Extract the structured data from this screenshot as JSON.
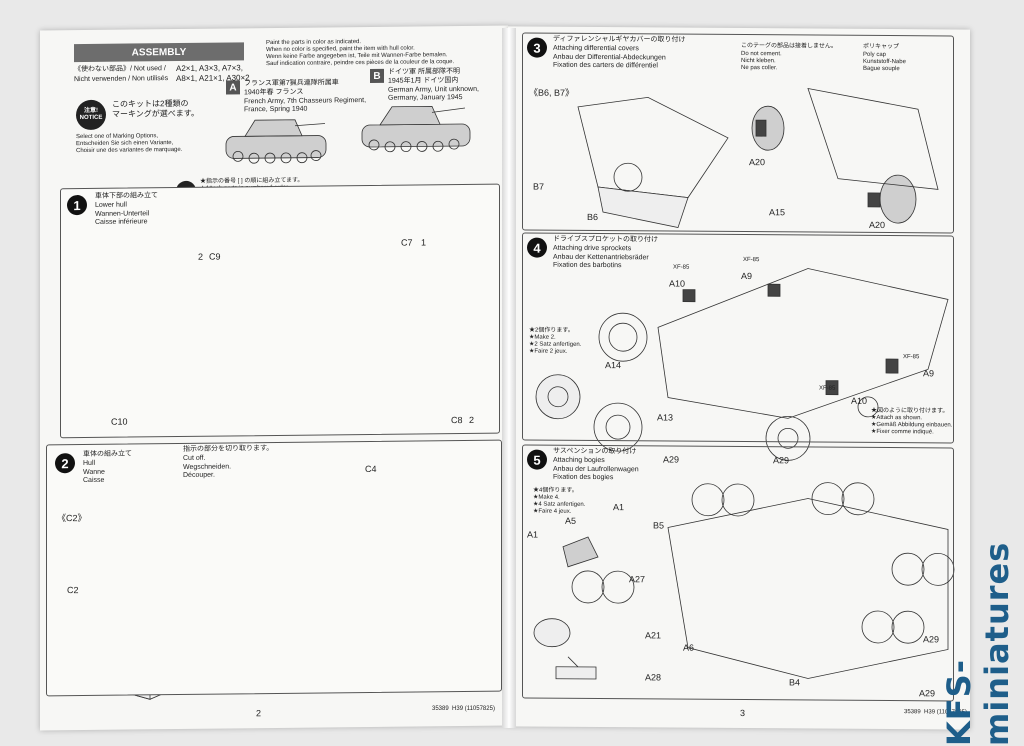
{
  "left_page": {
    "header": {
      "banner": "ASSEMBLY",
      "unused_jp": "《使わない部品》/ Not used /",
      "unused_parts": "A2×1, A3×3, A7×3,",
      "unused_de": "Nicht verwenden / Non utilisés",
      "unused_parts2": "A8×1, A21×1, A30×2",
      "paint_note": "Paint the parts in color as indicated.\nWhen no color is specified, paint the item with hull color.\nWenn keine Farbe angegeben ist, Teile mit Wannen-Farbe bemalen.\nSauf indication contraire, peindre ces pièces de la couleur de la coque."
    },
    "notice": {
      "badge_jp": "注意!",
      "badge": "NOTICE",
      "text_jp": "このキットは2種類の\nマーキングが選べます。",
      "text": "Select one of Marking Options,\nEntscheiden Sie sich einen Variante,\nChoisir une des variantes de marquage."
    },
    "options": {
      "a_flag": "A",
      "a_jp": "フランス軍第7猟兵連隊所属車",
      "a_en": "1940年春 フランス\nFrench Army, 7th Chasseurs Regiment,\nFrance, Spring 1940",
      "b_flag": "B",
      "b_jp": "ドイツ軍 所属部隊不明",
      "b_en": "1945年1月 ドイツ国内\nGerman Army, Unit unknown,\nGermany, January 1945"
    },
    "order_note": "★指示の番号 [ ] の順に組み立てます。\n★Attach parts in numbered order.\n★Die Teile in der nummerierten Reihenfolge anbringen.\n★Fixer les pièces dans l'ordre des numéros.",
    "step1": {
      "num": "1",
      "jp": "車体下部の組み立て",
      "lines": "Lower hull\nWannen-Unterteil\nCaisse inférieure",
      "labels": [
        "C9",
        "C7",
        "C10",
        "C8"
      ],
      "qty": [
        "2",
        "1",
        "2"
      ]
    },
    "step2": {
      "num": "2",
      "jp": "車体の組み立て",
      "lines": "Hull\nWanne\nCaisse",
      "cut_jp": "指示の部分を切り取ります。",
      "cut": "Cut off.\nWegschneiden.\nDécouper.",
      "labels": [
        "C4",
        "《C2》",
        "C2"
      ]
    },
    "page_number": "2",
    "footer_code": "35389  H39 (11057825)"
  },
  "right_page": {
    "step3": {
      "num": "3",
      "jp": "ディファレンシャルギヤカバーの取り付け",
      "lines": "Attaching differential covers\nAnbau der Differential-Abdeckungen\nFixation des carters de différentiel",
      "note_jp": "このテーグの部品は接着しません。",
      "note": "Do not cement.\nNicht kleben.\nNe pas coller.",
      "cap_jp": "ポリキャップ",
      "cap": "Poly cap\nKunststoff-Nabe\nBague souple",
      "labels": [
        "《B6, B7》",
        "B7",
        "B6",
        "A20",
        "A15",
        "A20"
      ]
    },
    "step4": {
      "num": "4",
      "jp": "ドライブスプロケットの取り付け",
      "lines": "Attaching drive sprockets\nAnbau der Kettenantriebsräder\nFixation des barbotins",
      "make_note": "★2個作ります。\n★Make 2.\n★2 Satz anfertigen.\n★Faire 2 jeux.",
      "as_shown": "★図のように取り付けます。\n★Attach as shown.\n★Gemäß Abbildung einbauen.\n★Fixer comme indiqué.",
      "labels": [
        "XF-85",
        "A10",
        "XF-85",
        "A9",
        "A14",
        "A13",
        "XF-85",
        "A9",
        "XF-85",
        "A10"
      ]
    },
    "step5": {
      "num": "5",
      "jp": "サスペンションの取り付け",
      "lines": "Attaching bogies\nAnbau der Laufrollenwagen\nFixation des bogies",
      "make_note": "★4個作ります。\n★Make 4.\n★4 Satz anfertigen.\n★Faire 4 jeux.",
      "labels": [
        "A29",
        "A29",
        "A1",
        "A5",
        "A1",
        "B5",
        "A27",
        "A6",
        "A21",
        "A28",
        "B4",
        "A29",
        "A29"
      ]
    },
    "page_number": "3",
    "footer_code": "35389  H39 (11057825)"
  },
  "watermark": "KFS-miniatures"
}
